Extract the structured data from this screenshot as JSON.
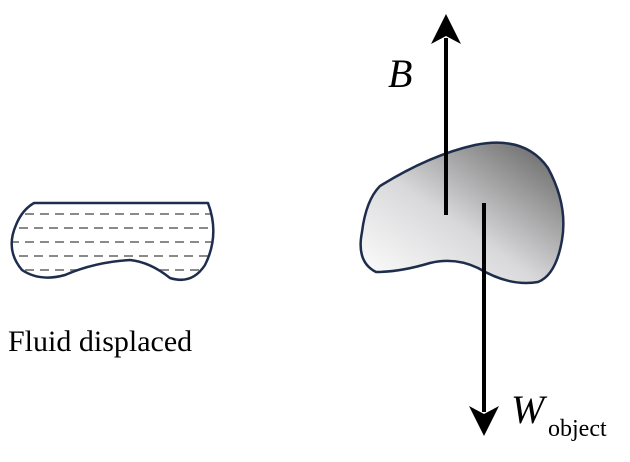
{
  "diagram": {
    "fluid_caption": "Fluid displaced",
    "buoyant_force_label": "B",
    "weight_label": "W",
    "weight_subscript": "object",
    "colors": {
      "outline": "#1f2d4d",
      "arrow": "#000000",
      "fluid_dash": "#8a8a8a",
      "object_light": "#f7f8fb",
      "object_dark": "#6e6e6e"
    }
  }
}
